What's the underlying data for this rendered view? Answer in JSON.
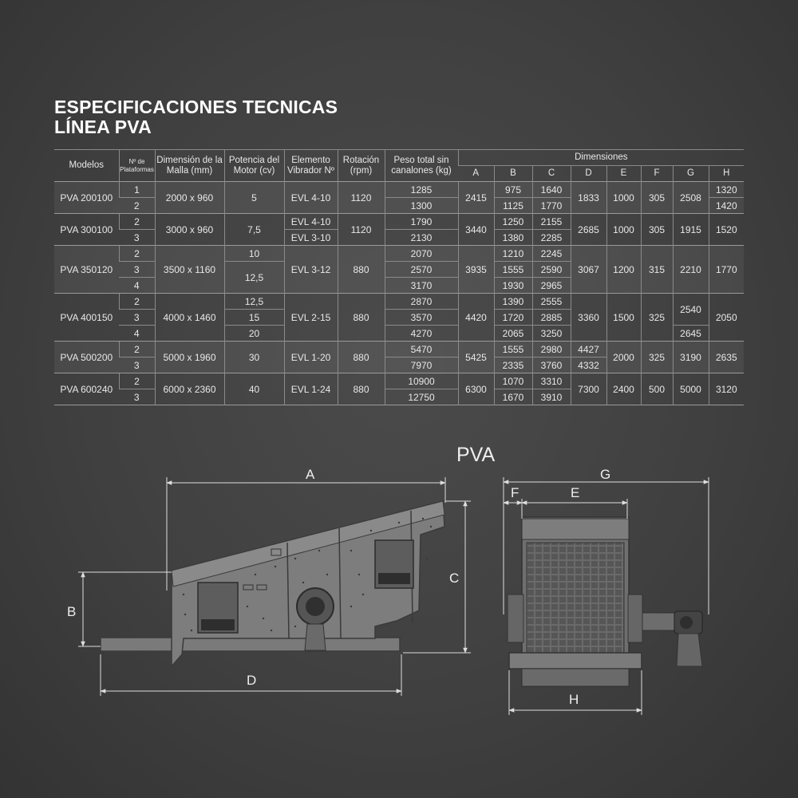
{
  "title": {
    "line1": "ESPECIFICACIONES TECNICAS",
    "line2": "LÍNEA PVA"
  },
  "table": {
    "headers": {
      "modelos": "Modelos",
      "plataformas": "Nº de Plataformas",
      "malla": "Dimensión de la Malla (mm)",
      "potencia": "Potencia del Motor (cv)",
      "vibrador": "Elemento Vibrador Nº",
      "rotacion": "Rotación (rpm)",
      "peso": "Peso total sin canalones (kg)",
      "dimensiones": "Dimensiones",
      "dim_cols": [
        "A",
        "B",
        "C",
        "D",
        "E",
        "F",
        "G",
        "H"
      ]
    },
    "models": [
      {
        "name": "PVA 200100",
        "malla": "2000 x 960",
        "rotacion": "1120",
        "A": "2415",
        "E": "1000",
        "F": "305",
        "G": "2508",
        "D": "1833",
        "rows": [
          {
            "plat": "1",
            "pot": "5",
            "vib": "EVL 4-10",
            "peso": "1285",
            "B": "975",
            "C": "1640",
            "H": "1320"
          },
          {
            "plat": "2",
            "peso": "1300",
            "B": "1125",
            "C": "1770",
            "H": "1420"
          }
        ]
      },
      {
        "name": "PVA 300100",
        "malla": "3000 x 960",
        "rotacion": "1120",
        "A": "3440",
        "D": "2685",
        "E": "1000",
        "F": "305",
        "G": "1915",
        "H": "1520",
        "rows": [
          {
            "plat": "2",
            "pot": "7,5",
            "vib": "EVL 4-10",
            "peso": "1790",
            "B": "1250",
            "C": "2155"
          },
          {
            "plat": "3",
            "vib": "EVL 3-10",
            "peso": "2130",
            "B": "1380",
            "C": "2285"
          }
        ]
      },
      {
        "name": "PVA 350120",
        "malla": "3500 x 1160",
        "vib": "EVL 3-12",
        "rotacion": "880",
        "A": "3935",
        "D": "3067",
        "E": "1200",
        "F": "315",
        "G": "2210",
        "H": "1770",
        "pot1": "10",
        "pot2": "12,5",
        "rows": [
          {
            "plat": "2",
            "peso": "2070",
            "B": "1210",
            "C": "2245"
          },
          {
            "plat": "3",
            "peso": "2570",
            "B": "1555",
            "C": "2590"
          },
          {
            "plat": "4",
            "peso": "3170",
            "B": "1930",
            "C": "2965"
          }
        ]
      },
      {
        "name": "PVA 400150",
        "malla": "4000 x 1460",
        "vib": "EVL 2-15",
        "rotacion": "880",
        "A": "4420",
        "D": "3360",
        "E": "1500",
        "F": "325",
        "G1": "2540",
        "G2": "2645",
        "H": "2050",
        "rows": [
          {
            "plat": "2",
            "pot": "12,5",
            "peso": "2870",
            "B": "1390",
            "C": "2555"
          },
          {
            "plat": "3",
            "pot": "15",
            "peso": "3570",
            "B": "1720",
            "C": "2885"
          },
          {
            "plat": "4",
            "pot": "20",
            "peso": "4270",
            "B": "2065",
            "C": "3250"
          }
        ]
      },
      {
        "name": "PVA 500200",
        "malla": "5000 x 1960",
        "pot": "30",
        "vib": "EVL 1-20",
        "rotacion": "880",
        "A": "5425",
        "E": "2000",
        "F": "325",
        "G": "3190",
        "H": "2635",
        "rows": [
          {
            "plat": "2",
            "peso": "5470",
            "B": "1555",
            "C": "2980",
            "D": "4427"
          },
          {
            "plat": "3",
            "peso": "7970",
            "B": "2335",
            "C": "3760",
            "D": "4332"
          }
        ]
      },
      {
        "name": "PVA 600240",
        "malla": "6000 x 2360",
        "pot": "40",
        "vib": "EVL 1-24",
        "rotacion": "880",
        "A": "6300",
        "D": "7300",
        "E": "2400",
        "F": "500",
        "G": "5000",
        "H": "3120",
        "rows": [
          {
            "plat": "2",
            "peso": "10900",
            "B": "1070",
            "C": "3310"
          },
          {
            "plat": "3",
            "peso": "12750",
            "B": "1670",
            "C": "3910"
          }
        ]
      }
    ]
  },
  "drawing": {
    "label": "PVA",
    "dims": {
      "A": "A",
      "B": "B",
      "C": "C",
      "D": "D",
      "E": "E",
      "F": "F",
      "G": "G",
      "H": "H"
    }
  }
}
